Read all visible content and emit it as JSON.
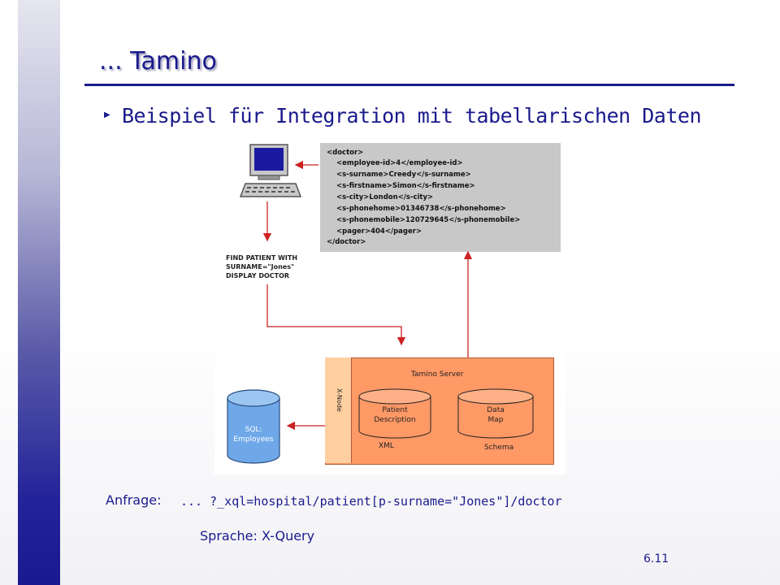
{
  "slide": {
    "title": "... Tamino",
    "bullet": "Beispiel für Integration mit tabellarischen Daten",
    "query_label": "Anfrage:",
    "query_text": "... ?_xql=hospital/patient[p-surname=\"Jones\"]/doctor",
    "language": "Sprache: X-Query",
    "page_number": "6.11"
  },
  "figure": {
    "xml_lines": [
      "<doctor>",
      "<employee-id>4</employee-id>",
      "<s-surname>Creedy</s-surname>",
      "<s-firstname>Simon</s-firstname>",
      "<s-city>London</s-city>",
      "<s-phonehome>01346738</s-phonehome>",
      "<s-phonemobile>120729645</s-phonemobile>",
      "<pager>404</pager>",
      "</doctor>"
    ],
    "query_lines": [
      "FIND PATIENT WITH",
      "SURNAME=\"Jones\"",
      "DISPLAY DOCTOR"
    ],
    "server_label": "Tamino Server",
    "xnode_label": "X-Node",
    "db_patient": [
      "Patient",
      "Description"
    ],
    "db_datamap": [
      "Data",
      "Map"
    ],
    "xml_label": "XML",
    "schema_label": "Schema",
    "sql_db": [
      "SQL:",
      "Employees"
    ]
  },
  "colors": {
    "accent": "#1a1a8c",
    "server_fill": "#ff9966",
    "xnode_fill": "#ffcfa0",
    "sql_fill": "#6fa8e8",
    "arrow": "#cc2222"
  }
}
